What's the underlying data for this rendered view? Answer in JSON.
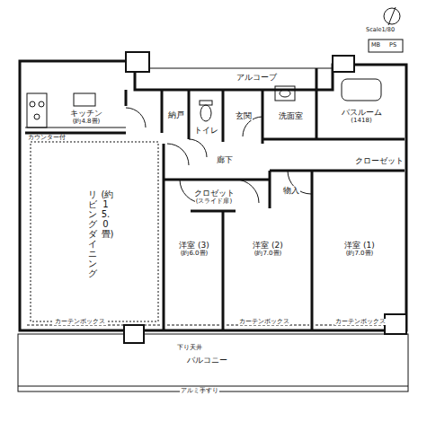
{
  "diagram": {
    "nodes": [
      {
        "text": [
          "キッチン",
          "(約4.8畳)"
        ]
      },
      {
        "text": [
          "アルコーブ"
        ]
      },
      {
        "text": [
          "納戸"
        ]
      },
      {
        "text": [
          "トイレ"
        ]
      },
      {
        "text": [
          "玄関"
        ]
      },
      {
        "text": [
          "洗面室"
        ]
      },
      {
        "text": [
          "バスルーム",
          "(1418)"
        ]
      },
      {
        "text": [
          "廊下"
        ]
      },
      {
        "text": [
          "リビング・ダイニング",
          "(約15.0畳)"
        ]
      },
      {
        "text": [
          "クロゼット",
          "(スライド扉)"
        ]
      },
      {
        "text": [
          "物入"
        ]
      },
      {
        "text": [
          "洋室 (3)",
          "(約6.0畳)"
        ]
      },
      {
        "text": [
          "洋室 (2)",
          "(約7.0畳)"
        ]
      },
      {
        "text": [
          "洋室 (1)",
          "(約7.0畳)"
        ]
      },
      {
        "text": [
          "クローゼット"
        ]
      },
      {
        "text": [
          "バルコニー"
        ]
      }
    ],
    "labels": [
      "Scale1/80",
      "カウンター付",
      "カーテンボックス",
      "カーテンボックス",
      "カーテンボックス",
      "下り天井",
      "MB",
      "PS",
      "アルミ手すり"
    ]
  }
}
